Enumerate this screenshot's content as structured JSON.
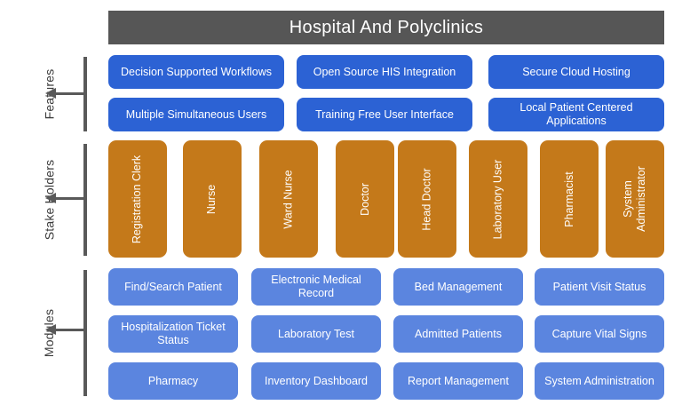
{
  "header": {
    "title": "Hospital And Polyclinics",
    "bar_color": "#565656"
  },
  "colors": {
    "feature_blue": "#2c62d4",
    "module_blue": "#5b85df",
    "stakeholder_orange": "#c4791a",
    "rail_gray": "#595959",
    "header_gray": "#565656",
    "text_white": "#ffffff"
  },
  "rail": {
    "labels": [
      {
        "name": "features",
        "text": "Features"
      },
      {
        "name": "stake-holders",
        "text": "Stake Holders"
      },
      {
        "name": "modules",
        "text": "Modules"
      }
    ]
  },
  "features": {
    "label": "Features",
    "rows": [
      [
        "Decision Supported Workflows",
        "Open Source HIS Integration",
        "Secure Cloud Hosting"
      ],
      [
        "Multiple Simultaneous Users",
        "Training Free User Interface",
        "Local Patient Centered Applications"
      ]
    ]
  },
  "stakeholders": {
    "label": "Stake Holders",
    "items": [
      "Registration Clerk",
      "Nurse",
      "Ward Nurse",
      "Doctor",
      "Head Doctor",
      "Laboratory User",
      "Pharmacist",
      "System\nAdministrator"
    ]
  },
  "modules": {
    "label": "Modules",
    "rows": [
      [
        "Find/Search Patient",
        "Electronic Medical Record",
        "Bed Management",
        "Patient Visit Status"
      ],
      [
        "Hospitalization Ticket Status",
        "Laboratory Test",
        "Admitted Patients",
        "Capture Vital Signs"
      ],
      [
        "Pharmacy",
        "Inventory Dashboard",
        "Report Management",
        "System Administration"
      ]
    ]
  }
}
